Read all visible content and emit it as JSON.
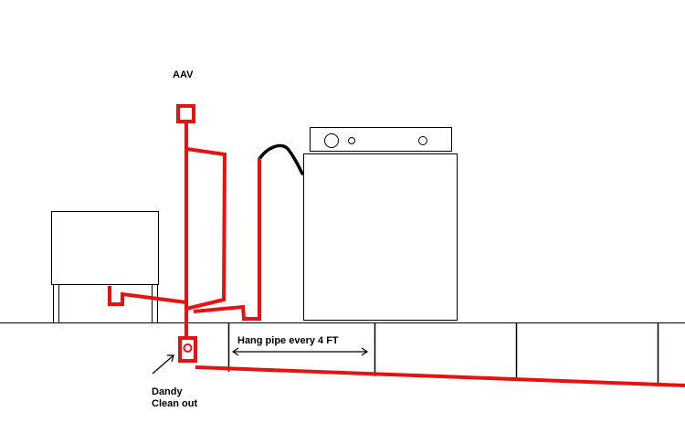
{
  "labels": {
    "aav": "AAV",
    "hang_pipe": "Hang pipe every 4 FT",
    "cleanout_line1": "Dandy",
    "cleanout_line2": "Clean out"
  },
  "colors": {
    "pipe": "#e81010",
    "outline": "#000000",
    "background": "#ffffff"
  }
}
